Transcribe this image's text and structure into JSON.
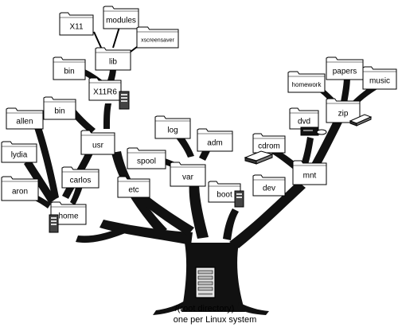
{
  "caption": {
    "line1": "/(root directory)",
    "line2": "one per Linux system"
  },
  "folders": {
    "x11": "X11",
    "modules": "modules",
    "xscreensaver": "xscreensaver",
    "lib": "lib",
    "bin_top": "bin",
    "x11r6": "X11R6",
    "bin_mid": "bin",
    "allen": "allen",
    "lydia": "lydia",
    "aron": "aron",
    "carlos": "carlos",
    "home": "home",
    "usr": "usr",
    "log": "log",
    "adm": "adm",
    "spool": "spool",
    "var": "var",
    "etc": "etc",
    "boot": "boot",
    "dev": "dev",
    "cdrom": "cdrom",
    "mnt": "mnt",
    "dvd": "dvd",
    "zip": "zip",
    "homework": "homework",
    "papers": "papers",
    "music": "music"
  },
  "icons": [
    "computer-tower-icon",
    "dvd-drive-icon",
    "cdrom-drive-icon",
    "zip-drive-icon",
    "server-icon"
  ]
}
